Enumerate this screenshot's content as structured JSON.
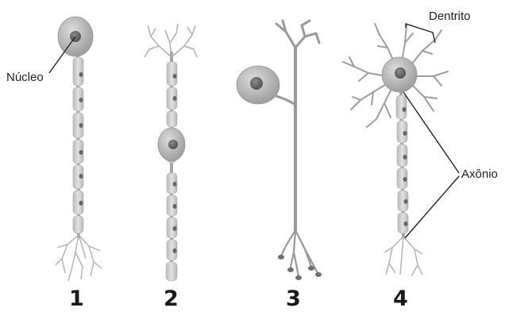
{
  "labels": {
    "nucleus": "Núcleo",
    "dendrite": "Dentrito",
    "axon": "Axônio"
  },
  "numbers": [
    "1",
    "2",
    "3",
    "4"
  ],
  "colors": {
    "cell_body": "#bdbdbd",
    "nucleus": "#6e6e6e",
    "myelin": "#d0d0d0",
    "axon_line": "#9a9a9a",
    "label_line": "#222222"
  }
}
